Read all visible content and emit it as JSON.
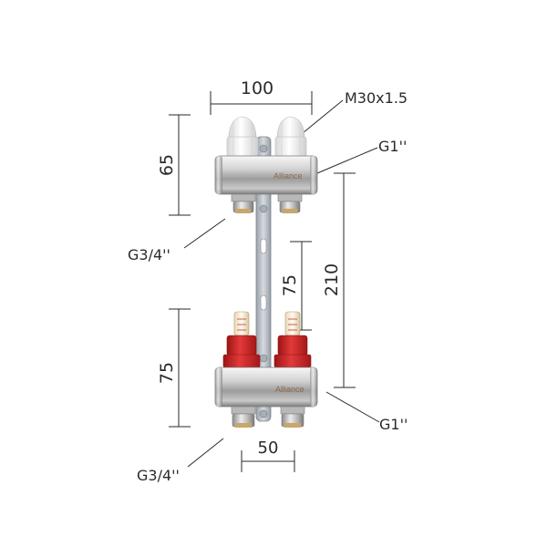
{
  "dimensions": {
    "top_width": "100",
    "top_height": "65",
    "center_height": "210",
    "middle_gap": "75",
    "bottom_height": "75",
    "bottom_spacing": "50"
  },
  "callouts": {
    "top_thread": "M30x1.5",
    "top_main_port": "G1''",
    "top_branch_port": "G3/4''",
    "bottom_main_port": "G1''",
    "bottom_branch_port": "G3/4''"
  },
  "branding": {
    "top_bar": "Alliance",
    "bottom_bar": "Alliance"
  },
  "colors": {
    "line": "#2a2a2a",
    "chrome_light": "#e9e9e9",
    "chrome_dark": "#8c8c8c",
    "cap_white": "#f4f4f4",
    "cap_red": "#d42a2a",
    "bracket": "#b9bec6",
    "brass_edge": "#c9a66b"
  }
}
